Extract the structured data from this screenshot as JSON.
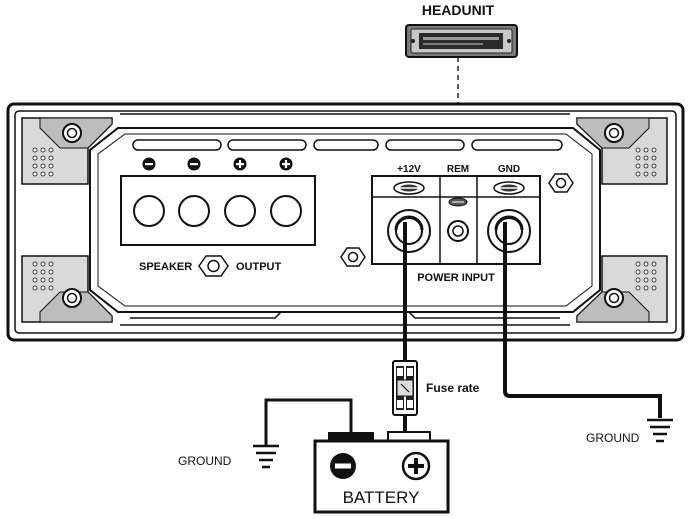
{
  "headunit": {
    "label": "HEADUNIT"
  },
  "amplifier": {
    "speaker_terminals": [
      "−",
      "−",
      "+",
      "+"
    ],
    "speaker_label": "SPEAKER",
    "output_label": "OUTPUT",
    "power_terminals": {
      "plus12v": "+12V",
      "rem": "REM",
      "gnd": "GND"
    },
    "power_input_label": "POWER INPUT"
  },
  "fuse": {
    "label": "Fuse rate"
  },
  "battery": {
    "label": "BATTERY",
    "negative": "−",
    "positive": "+"
  },
  "ground_labels": {
    "left": "GROUND",
    "right": "GROUND"
  }
}
